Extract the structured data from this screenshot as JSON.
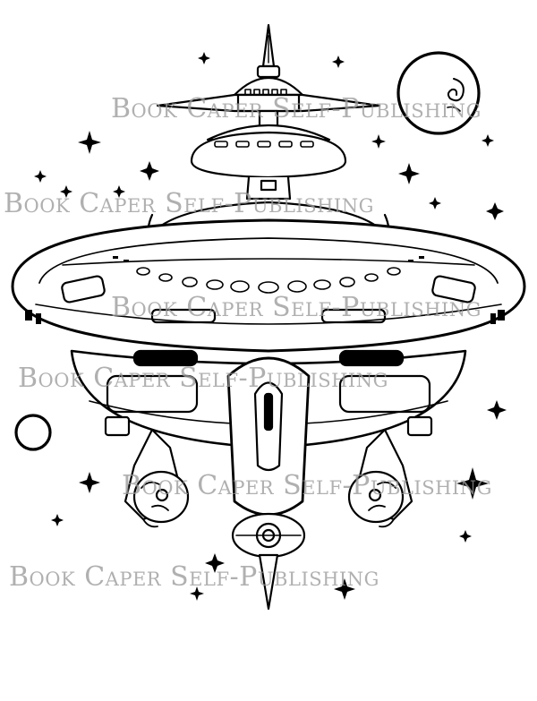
{
  "artwork": {
    "subject": "spaceship coloring page",
    "style": "black line art on white",
    "colors": {
      "line": "#000000",
      "background": "#ffffff",
      "watermark": "#9a9a9a"
    }
  },
  "watermark": {
    "text": "Book Caper Self-Publishing",
    "repeat_count": 6
  }
}
